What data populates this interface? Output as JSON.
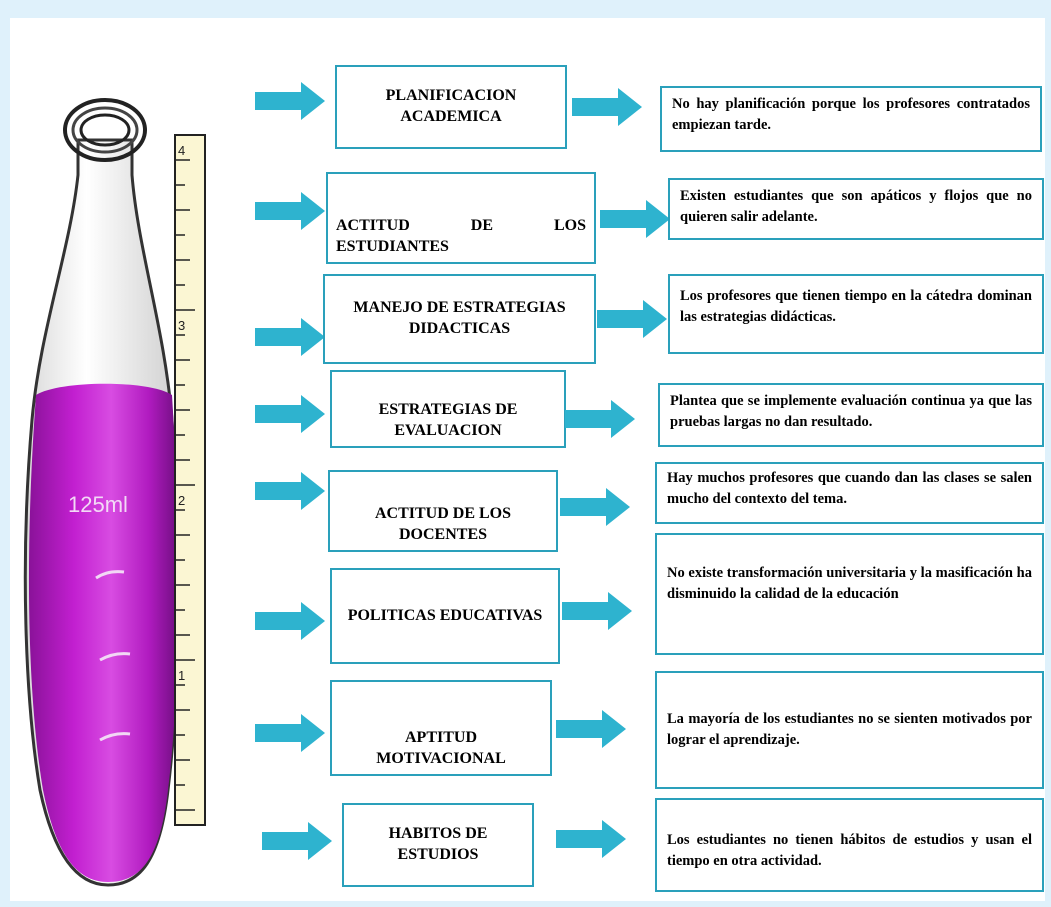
{
  "flask": {
    "volume_label": "125ml"
  },
  "ruler": {
    "numbers": [
      "4",
      "3",
      "2",
      "1"
    ]
  },
  "colors": {
    "border": "#2aa0bb",
    "arrow": "#2eb3cf",
    "liquid": "#c21fd0",
    "background": "#dff1fb"
  },
  "rows": [
    {
      "category": "PLANIFICACION ACADEMICA",
      "description": "No hay planificación porque los profesores contratados empiezan tarde."
    },
    {
      "category": "ACTITUD DE LOS ESTUDIANTES",
      "description": "Existen estudiantes que son apáticos y flojos que no quieren salir adelante."
    },
    {
      "category": "MANEJO DE ESTRATEGIAS DIDACTICAS",
      "description": "Los profesores que tienen tiempo en la cátedra dominan las estrategias didácticas."
    },
    {
      "category": "ESTRATEGIAS DE EVALUACION",
      "description": "Plantea que se implemente evaluación continua ya que las pruebas largas no dan resultado."
    },
    {
      "category": "ACTITUD DE LOS DOCENTES",
      "description": "Hay muchos profesores que cuando dan las clases se salen mucho del contexto del tema."
    },
    {
      "category": "POLITICAS EDUCATIVAS",
      "description": "No existe transformación universitaria y la masificación ha disminuido la calidad de la educación"
    },
    {
      "category": "APTITUD MOTIVACIONAL",
      "description": "La mayoría de los estudiantes no se sienten motivados por lograr el aprendizaje."
    },
    {
      "category": "HABITOS DE ESTUDIOS",
      "description": "Los estudiantes no tienen hábitos de estudios y usan el tiempo en otra actividad."
    }
  ]
}
